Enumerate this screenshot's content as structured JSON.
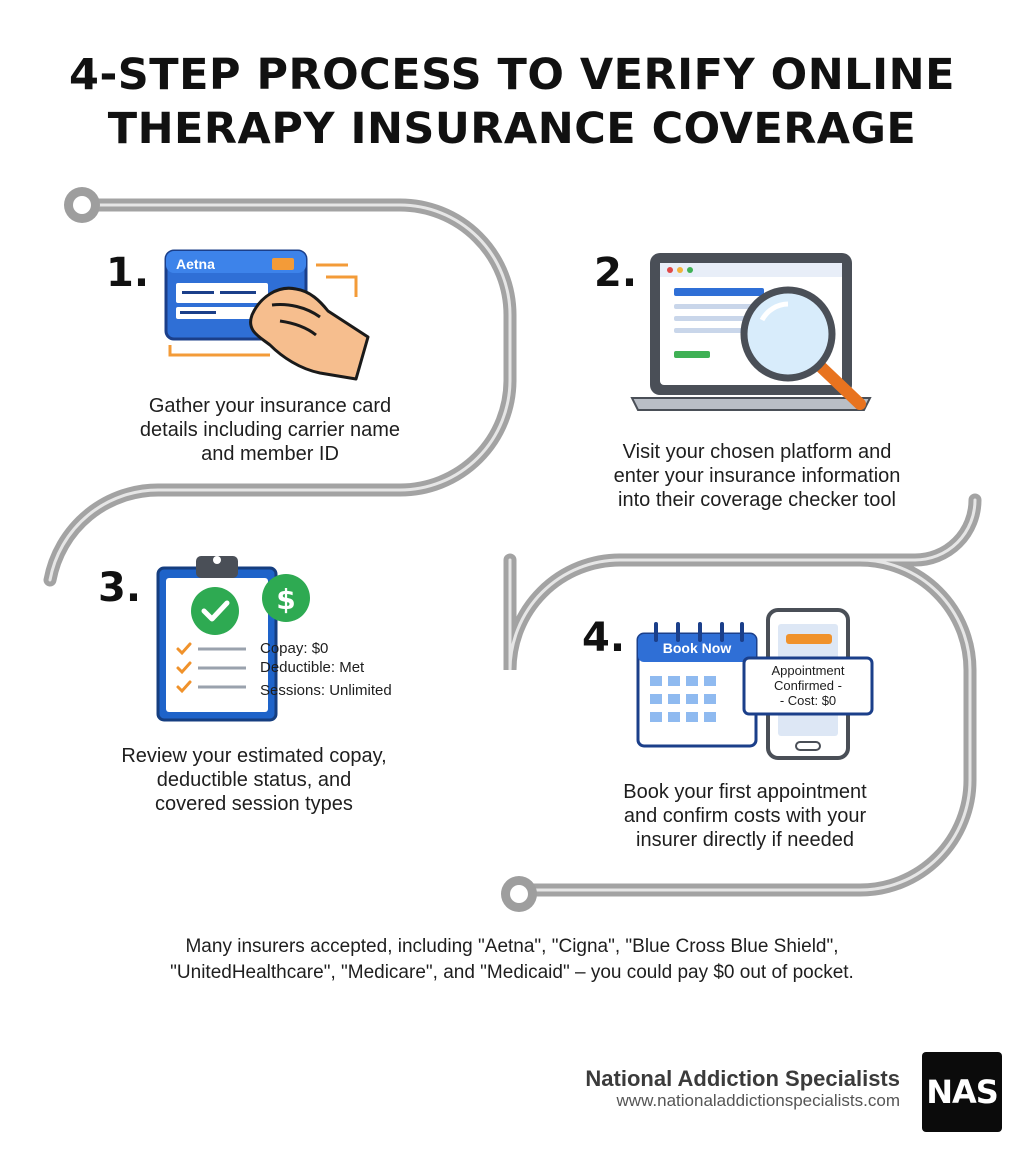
{
  "title": {
    "line1": "4-STEP PROCESS TO VERIFY ONLINE",
    "line2": "THERAPY INSURANCE COVERAGE"
  },
  "steps": [
    {
      "number": "1.",
      "lines": [
        "Gather your insurance card",
        "details including carrier name",
        "and member ID"
      ],
      "card_brand": "Aetna"
    },
    {
      "number": "2.",
      "lines": [
        "Visit your chosen platform and",
        "enter your insurance information",
        "into their coverage checker tool"
      ]
    },
    {
      "number": "3.",
      "lines": [
        "Review your estimated copay,",
        "deductible status, and",
        "covered session types"
      ],
      "checklist": [
        "Copay: $0",
        "Deductible: Met",
        "Sessions: Unlimited"
      ],
      "badge": "$"
    },
    {
      "number": "4.",
      "lines": [
        "Book your first appointment",
        "and confirm costs with your",
        "insurer directly if needed"
      ],
      "calendar_label": "Book Now",
      "confirmation": [
        "Appointment",
        "Confirmed -",
        "- Cost: $0"
      ]
    }
  ],
  "footnote": {
    "line1": "Many insurers accepted, including \"Aetna\", \"Cigna\", \"Blue Cross Blue Shield\",",
    "line2": "\"UnitedHealthcare\", \"Medicare\", and \"Medicaid\" – you could pay $0 out of pocket."
  },
  "brand": {
    "name": "National Addiction Specialists",
    "url": "www.nationaladdictionspecialists.com",
    "logo_text": "NAS"
  },
  "icons": [
    "insurance-card-icon",
    "hand-icon",
    "laptop-icon",
    "magnifier-icon",
    "clipboard-icon",
    "checkmark-icon",
    "dollar-icon",
    "calendar-icon",
    "phone-icon"
  ],
  "colors": {
    "path": "#9e9e9e",
    "accent_blue": "#1e63c9",
    "accent_orange": "#f0922b",
    "check_green": "#2eaa52"
  }
}
